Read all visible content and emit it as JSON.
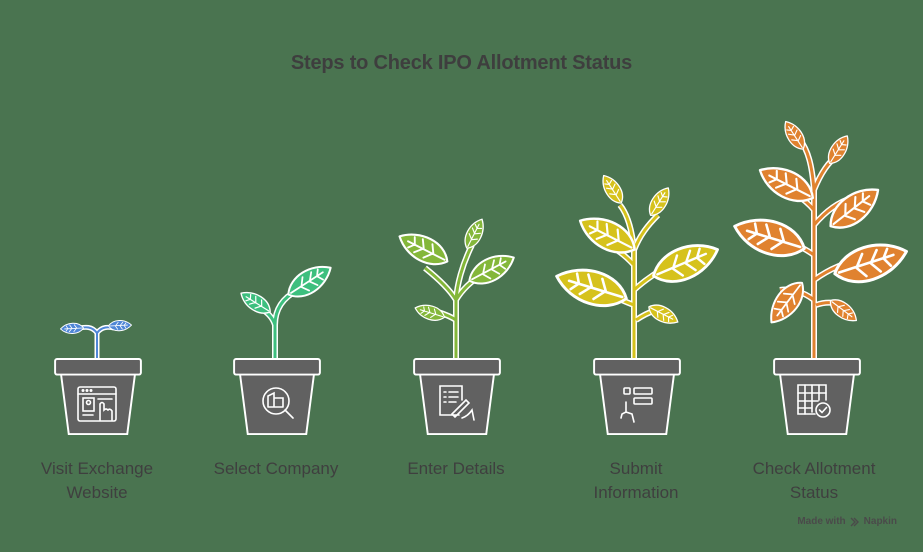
{
  "title": "Steps to Check IPO Allotment Status",
  "steps": [
    {
      "label": "Visit Exchange\nWebsite",
      "line1": "Visit Exchange",
      "line2": "Website",
      "icon": "website-click-icon",
      "plant_color": "#4f86d6",
      "stage": 1
    },
    {
      "label": "Select Company",
      "line1": "Select Company",
      "line2": "",
      "icon": "company-search-icon",
      "plant_color": "#3dbf7e",
      "stage": 2
    },
    {
      "label": "Enter Details",
      "line1": "Enter Details",
      "line2": "",
      "icon": "form-write-icon",
      "plant_color": "#84b73a",
      "stage": 3
    },
    {
      "label": "Submit\nInformation",
      "line1": "Submit",
      "line2": "Information",
      "icon": "tap-submit-icon",
      "plant_color": "#d6c21c",
      "stage": 4
    },
    {
      "label": "Check Allotment\nStatus",
      "line1": "Check Allotment",
      "line2": "Status",
      "icon": "table-check-icon",
      "plant_color": "#e0822f",
      "stage": 5
    }
  ],
  "colors": {
    "background": "#4a7450",
    "pot": "#616161",
    "outline": "#ffffff",
    "text": "#3f3f3f"
  },
  "footer": {
    "made_with": "Made with",
    "brand": "Napkin"
  }
}
